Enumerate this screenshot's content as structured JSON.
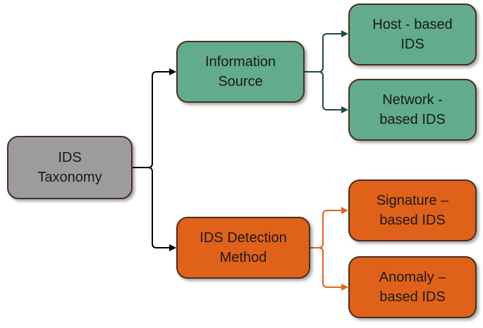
{
  "nodes": {
    "root": "IDS\nTaxonomy",
    "information_source": "Information\nSource",
    "host_based": "Host - based\nIDS",
    "network_based": "Network -\nbased IDS",
    "detection_method": "IDS Detection\nMethod",
    "signature_based": "Signature –\nbased IDS",
    "anomaly_based": "Anomaly –\nbased IDS"
  },
  "colors": {
    "root": "#9c9c9c",
    "information_branch": "#62ab8e",
    "detection_branch": "#e0621a",
    "root_connector": "#000000",
    "information_connector": "#1f4a3e",
    "detection_connector": "#e0621a",
    "border": "#4a2e20"
  }
}
